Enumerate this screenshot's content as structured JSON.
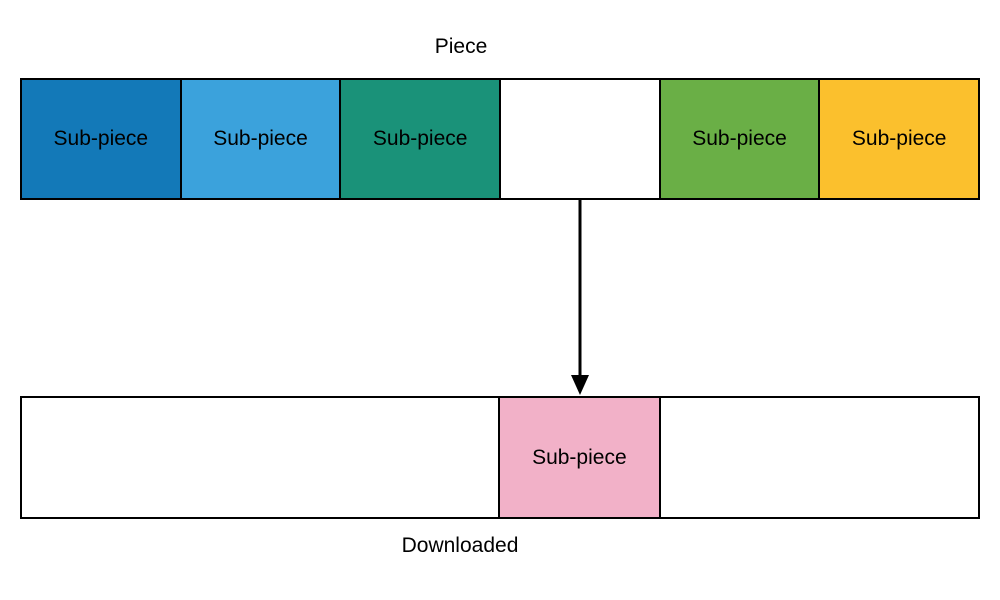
{
  "diagram": {
    "title_top": "Piece",
    "title_bottom": "Downloaded",
    "piece_bar": {
      "label": "piece-bar",
      "cells": [
        {
          "label": "Sub-piece",
          "color": "#1379b8",
          "filled": true
        },
        {
          "label": "Sub-piece",
          "color": "#3ba2dc",
          "filled": true
        },
        {
          "label": "Sub-piece",
          "color": "#1a9279",
          "filled": true
        },
        {
          "label": "",
          "color": "#ffffff",
          "filled": false
        },
        {
          "label": "Sub-piece",
          "color": "#6aaf46",
          "filled": true
        },
        {
          "label": "Sub-piece",
          "color": "#fbc02d",
          "filled": true
        }
      ]
    },
    "downloaded_bar": {
      "label": "downloaded-bar",
      "cells": [
        {
          "label": "",
          "color": "#ffffff",
          "filled": false
        },
        {
          "label": "",
          "color": "#ffffff",
          "filled": false
        },
        {
          "label": "",
          "color": "#ffffff",
          "filled": false
        },
        {
          "label": "Sub-piece",
          "color": "#f2b1c8",
          "filled": true
        },
        {
          "label": "",
          "color": "#ffffff",
          "filled": false
        },
        {
          "label": "",
          "color": "#ffffff",
          "filled": false
        }
      ]
    },
    "arrow": {
      "name": "transfer-arrow",
      "color": "#000000",
      "direction": "down"
    },
    "stroke_color": "#000000",
    "background_color": "#ffffff"
  }
}
